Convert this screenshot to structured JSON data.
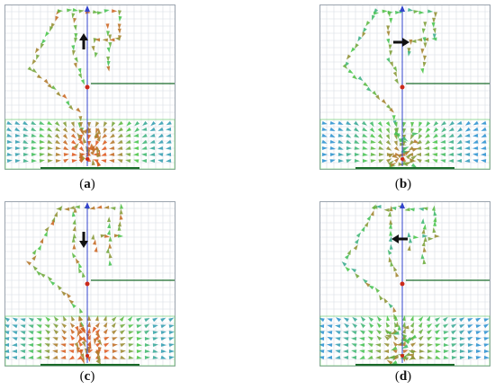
{
  "panels": [
    {
      "id": "a",
      "caption_open": "(",
      "caption_letter": "a",
      "caption_close": ")",
      "arrow": "up"
    },
    {
      "id": "b",
      "caption_open": "(",
      "caption_letter": "b",
      "caption_close": ")",
      "arrow": "right"
    },
    {
      "id": "c",
      "caption_open": "(",
      "caption_letter": "c",
      "caption_close": ")",
      "arrow": "down"
    },
    {
      "id": "d",
      "caption_open": "(",
      "caption_letter": "d",
      "caption_close": ")",
      "arrow": "left"
    }
  ],
  "colors": {
    "grid": "#d8dde3",
    "frame": "#9aa3ad",
    "axis": "#3344cc",
    "ground": "#1a6a2a",
    "feed_dot": "#cc2a1a",
    "big_arrow": "#111111",
    "field_low": "#2d8fe0",
    "field_mid": "#4cc84c",
    "field_high": "#e05a20"
  }
}
